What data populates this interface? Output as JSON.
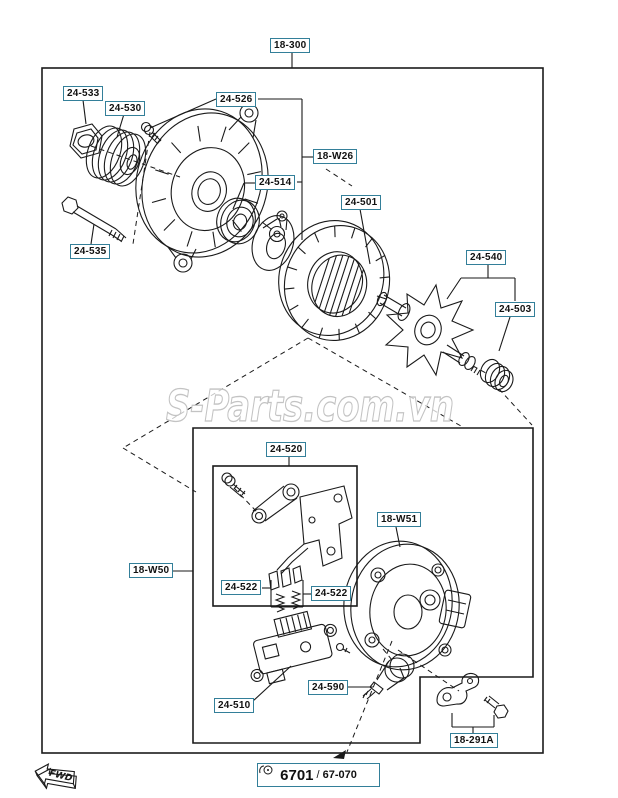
{
  "diagram": {
    "assembly_code": "18-300",
    "watermark": "S-Parts.com.vn",
    "fwd_label": "FWD",
    "figure_ref": {
      "page_number": "6701",
      "separator": "/",
      "section_code": "67-070"
    },
    "colors": {
      "label_border": "#337f99",
      "line_color": "#1a1a1a",
      "watermark_color": "#c3c3c3"
    },
    "part_labels": {
      "nut": "24-533",
      "pulley": "24-530",
      "pulley_screw": "24-526",
      "front_housing_group": "18-W26",
      "front_bearing": "24-514",
      "stator": "24-501",
      "rotor": "24-540",
      "rear_bearing": "24-503",
      "through_bolt": "24-535",
      "brush_holder_group": "24-520",
      "rear_cover_group": "18-W51",
      "rear_internal_group": "18-W50",
      "brush_left": "24-522",
      "brush_right": "24-522",
      "voltage_regulator": "24-510",
      "condenser": "24-590",
      "mounting_bracket": "18-291A"
    }
  }
}
